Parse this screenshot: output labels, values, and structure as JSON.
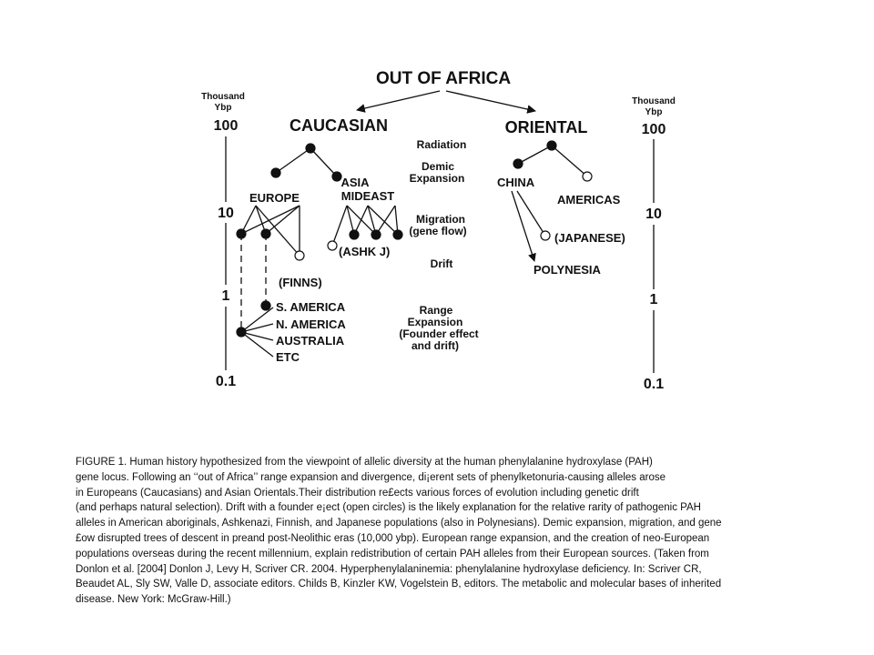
{
  "diagram": {
    "title": "OUT OF AFRICA",
    "left_axis": {
      "label_line1": "Thousand",
      "label_line2": "Ybp",
      "ticks": [
        "100",
        "10",
        "1",
        "0.1"
      ]
    },
    "right_axis": {
      "label_line1": "Thousand",
      "label_line2": "Ybp",
      "ticks": [
        "100",
        "10",
        "1",
        "0.1"
      ]
    },
    "branches": {
      "caucasian": "CAUCASIAN",
      "oriental": "ORIENTAL"
    },
    "regions": {
      "europe": "EUROPE",
      "asia_line1": "ASIA",
      "asia_line2": "MIDEAST",
      "china": "CHINA",
      "americas": "AMERICAS",
      "ashk": "(ASHK J)",
      "japanese": "(JAPANESE)",
      "polynesia": "POLYNESIA",
      "finns": "(FINNS)",
      "s_america": "S. AMERICA",
      "n_america": "N. AMERICA",
      "australia": "AUSTRALIA",
      "etc": "ETC"
    },
    "forces": {
      "radiation": "Radiation",
      "demic_line1": "Demic",
      "demic_line2": "Expansion",
      "migration_line1": "Migration",
      "migration_line2": "(gene flow)",
      "drift": "Drift",
      "range_line1": "Range",
      "range_line2": "Expansion",
      "range_line3": "(Founder effect",
      "range_line4": "and drift)"
    }
  },
  "caption": {
    "lines": [
      "FIGURE 1. Human history hypothesized from the viewpoint of allelic diversity at the human phenylalanine hydroxylase (PAH)",
      "gene locus. Following an ‘‘out of Africa’’ range expansion and divergence, di¡erent sets of phenylketonuria-causing alleles arose",
      "in Europeans (Caucasians) and Asian Orientals.Their distribution re£ects various forces of evolution including genetic drift",
      "(and perhaps natural selection). Drift with a founder e¡ect (open circles) is the likely explanation for the relative rarity of pathogenic PAH",
      "alleles in American aboriginals, Ashkenazi, Finnish, and Japanese populations (also in Polynesians). Demic expansion, migration, and gene",
      "£ow disrupted trees of descent in preand post-Neolithic eras (10,000 ybp). European range expansion, and the creation of neo-European",
      "populations overseas during the recent millennium, explain redistribution of certain PAH alleles from their European sources. (Taken from",
      "Donlon et al. [2004] Donlon J, Levy H, Scriver CR. 2004. Hyperphenylalaninemia: phenylalanine hydroxylase deficiency. In: Scriver CR,",
      "Beaudet AL, Sly SW, Valle D, associate editors. Childs B, Kinzler KW, Vogelstein B, editors. The metabolic and molecular bases of inherited",
      "disease. New York: McGraw-Hill.)"
    ]
  }
}
